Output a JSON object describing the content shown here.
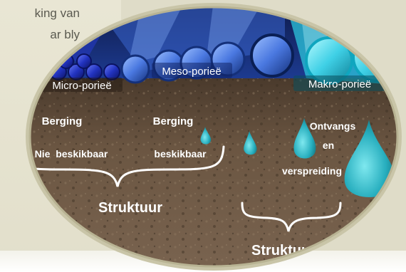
{
  "intro_lines": [
    "king van",
    "ar bly"
  ],
  "pores": {
    "micro": "Micro-porieë",
    "meso": "Meso-porieë",
    "macro": "Makro-porieë"
  },
  "labels": {
    "storage_1": "Berging",
    "not_available": "Nie  beskikbaar",
    "storage_2": "Berging",
    "available": "beskikbaar",
    "reception_1": "Ontvangs",
    "reception_2": "en",
    "reception_3": "verspreiding",
    "structure_left": "Struktuur",
    "structure_right": "Struktuur"
  },
  "colors": {
    "micro_tubes": "#2a3fc8",
    "meso_tubes": "#5a86e8",
    "macro_tubes": "#3fd8e8",
    "soil": "#6a5440",
    "frame": "#c9c5a8",
    "drops": "#2fb7c4"
  }
}
